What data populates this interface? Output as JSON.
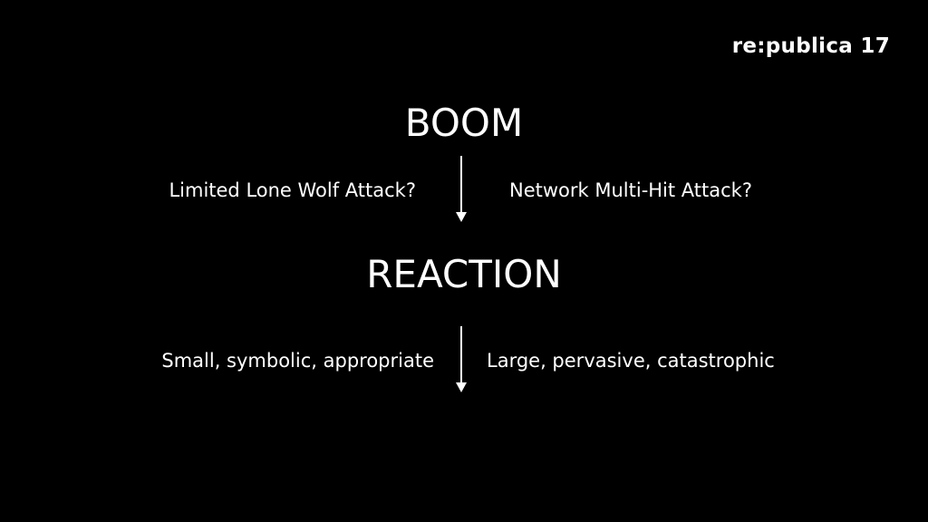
{
  "logo": {
    "text": "re:publica 17"
  },
  "boom": {
    "title": "BOOM",
    "left_label": "Limited Lone Wolf Attack?",
    "right_label": "Network Multi-Hit Attack?"
  },
  "reaction": {
    "title": "REACTION",
    "left_label": "Small, symbolic, appropriate",
    "right_label": "Large, pervasive, catastrophic"
  },
  "colors": {
    "background": "#000000",
    "foreground": "#ffffff"
  }
}
